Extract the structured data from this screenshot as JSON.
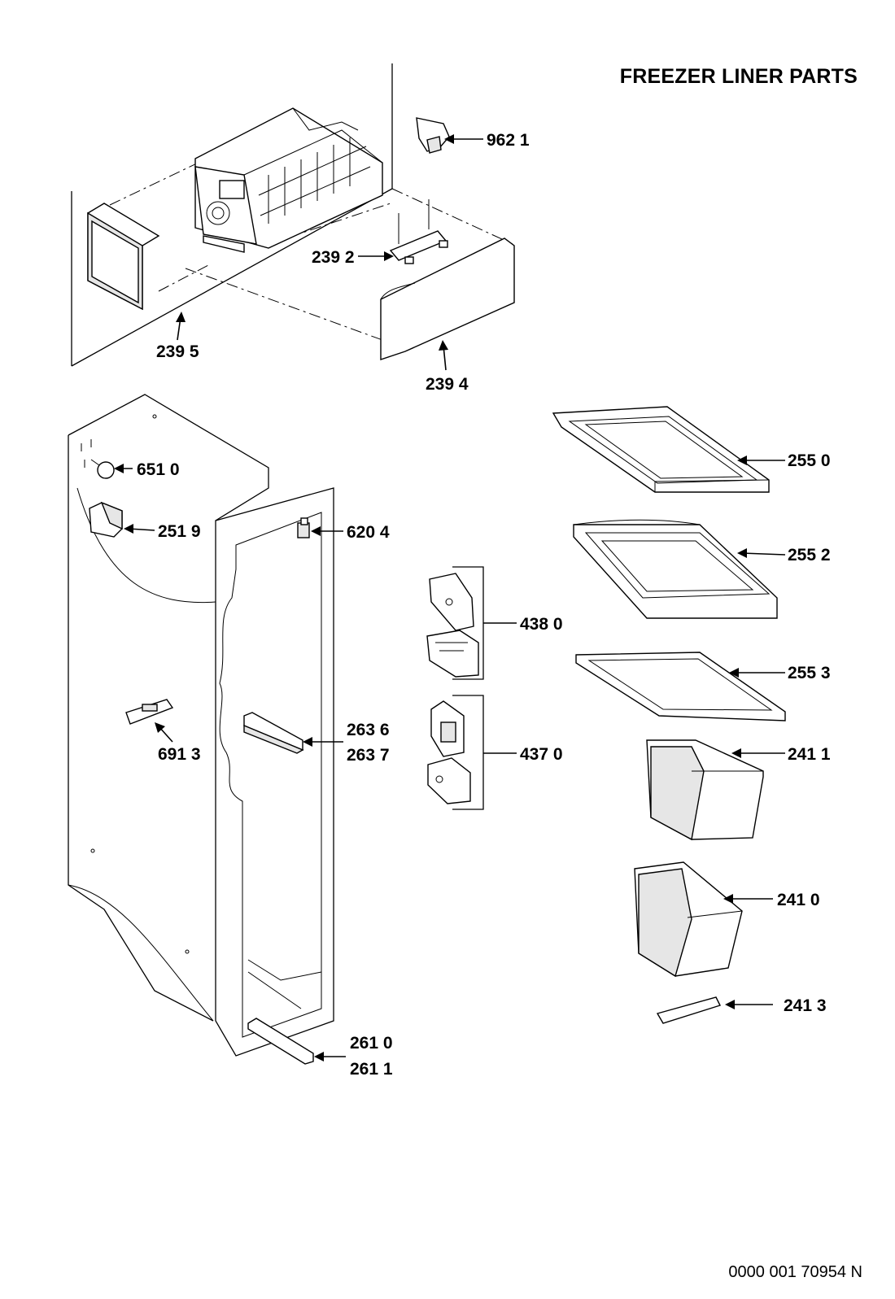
{
  "title": "FREEZER LINER PARTS",
  "document_number": "0000 001 70954 N",
  "callouts": {
    "c9621": "962 1",
    "c2392": "239 2",
    "c2395": "239 5",
    "c2394": "239 4",
    "c6510": "651 0",
    "c2519": "251 9",
    "c6204": "620 4",
    "c6913": "691 3",
    "c2636": "263 6",
    "c2637": "263 7",
    "c4380": "438 0",
    "c4370": "437 0",
    "c2610": "261 0",
    "c2611": "261 1",
    "c2550": "255 0",
    "c2552": "255 2",
    "c2553": "255 3",
    "c2411": "241 1",
    "c2410": "241 0",
    "c2413": "241 3"
  }
}
